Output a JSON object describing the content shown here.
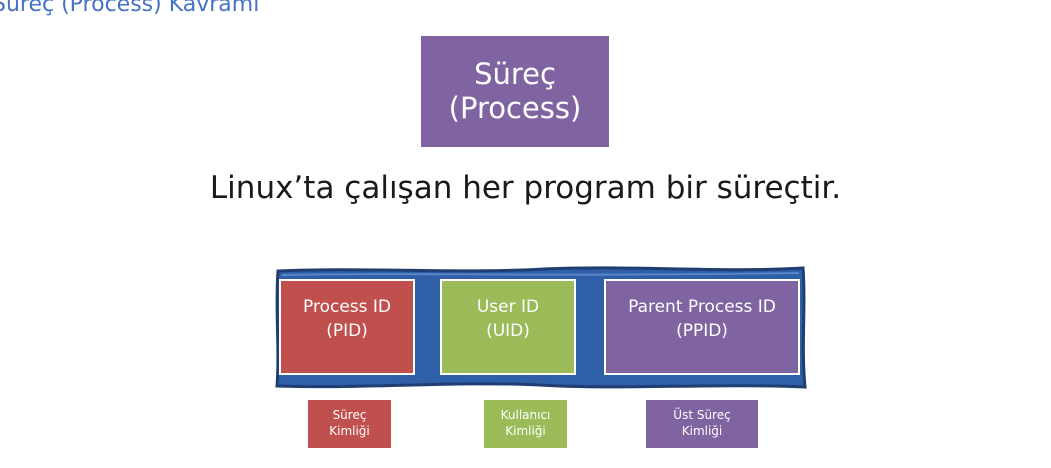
{
  "page": {
    "title": "Süreç (Process) Kavramı"
  },
  "process_box": {
    "line1": "Süreç",
    "line2": "(Process)"
  },
  "tagline": "Linux’ta çalışan her program bir süreçtir.",
  "ids": [
    {
      "line1": "Process ID",
      "line2": "(PID)",
      "label_line1": "Süreç",
      "label_line2": "Kimliği"
    },
    {
      "line1": "User ID",
      "line2": "(UID)",
      "label_line1": "Kullanıcı",
      "label_line2": "Kimliği"
    },
    {
      "line1": "Parent Process ID",
      "line2": "(PPID)",
      "label_line1": "Üst Süreç",
      "label_line2": "Kimliği"
    }
  ],
  "colors": {
    "title": "#4472c4",
    "process": "#8064a2",
    "pid": "#c0504d",
    "uid": "#9bbb59",
    "ppid": "#8064a2",
    "frame_fill": "#2e5fa7",
    "frame_stroke": "#1f3e73"
  }
}
